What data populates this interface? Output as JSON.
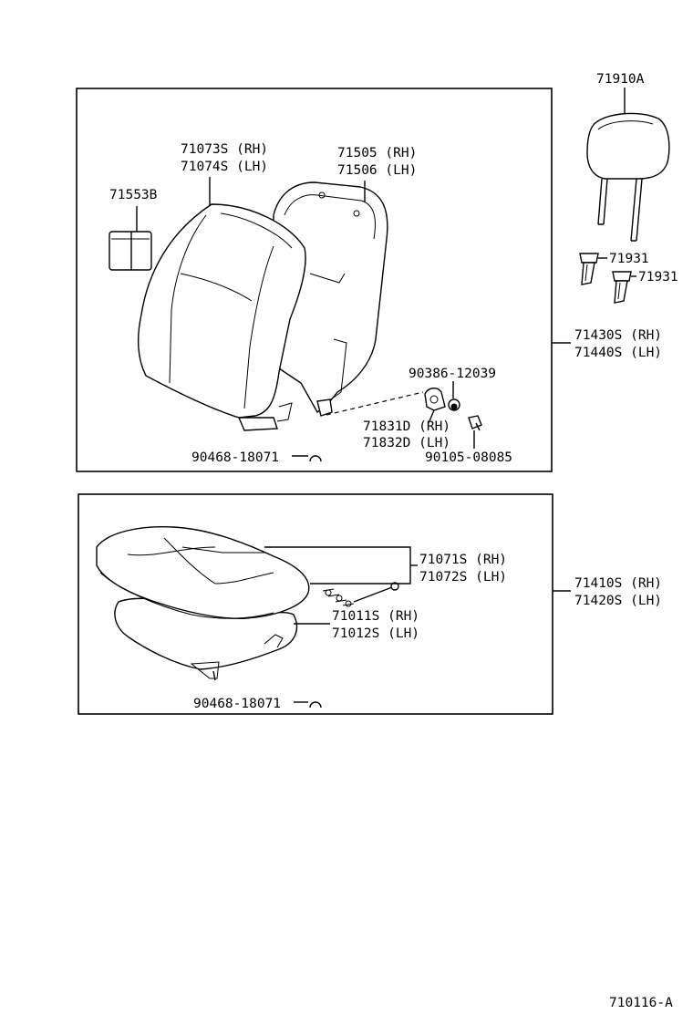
{
  "labels": {
    "headrest": "71910A",
    "guide_1": "71931",
    "guide_2": "71931",
    "back_assy_rh": "71430S (RH)",
    "back_assy_lh": "71440S (LH)",
    "back_cover_rh": "71073S (RH)",
    "back_cover_lh": "71074S (LH)",
    "back_pad": "71553B",
    "back_frame_rh": "71505 (RH)",
    "back_frame_lh": "71506 (LH)",
    "nut": "90386-12039",
    "hinge_cover_rh": "71831D (RH)",
    "hinge_cover_lh": "71832D (LH)",
    "screw": "90105-08085",
    "hog_ring_back": "90468-18071",
    "cushion_cover_rh": "71071S (RH)",
    "cushion_cover_lh": "71072S (LH)",
    "cushion_pad_rh": "71011S (RH)",
    "cushion_pad_lh": "71012S (LH)",
    "cushion_assy_rh": "71410S (RH)",
    "cushion_assy_lh": "71420S (LH)",
    "hog_ring_cushion": "90468-18071",
    "diagram_code": "710116-A"
  }
}
